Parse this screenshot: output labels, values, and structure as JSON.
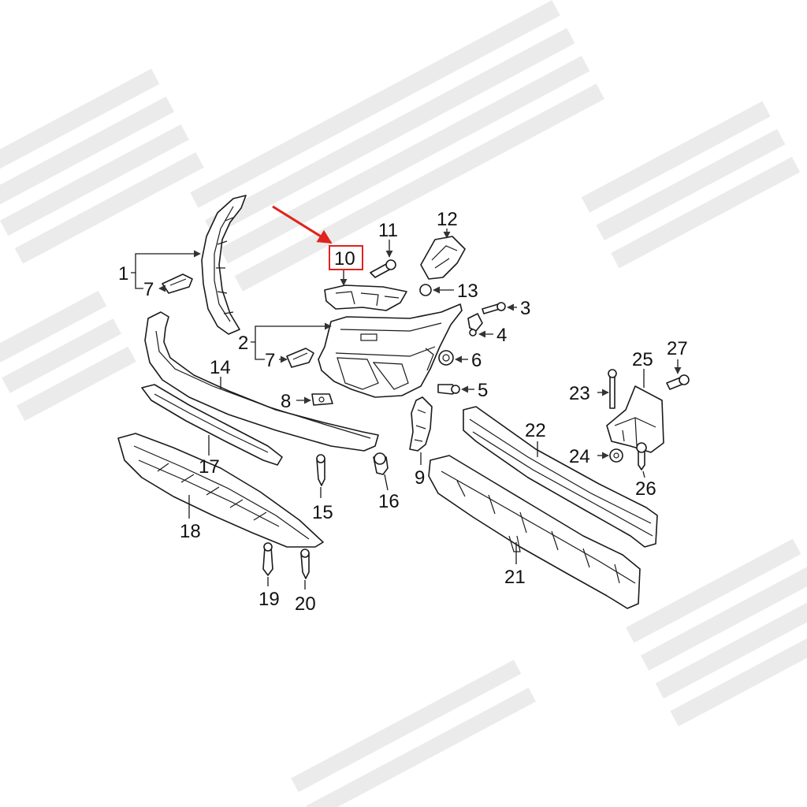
{
  "diagram": {
    "highlight_color": "#e0231c",
    "highlighted_part": "10",
    "labels": {
      "p1": "1",
      "p2": "2",
      "p3": "3",
      "p4": "4",
      "p5": "5",
      "p6": "6",
      "p7a": "7",
      "p7b": "7",
      "p8": "8",
      "p9": "9",
      "p10": "10",
      "p11": "11",
      "p12": "12",
      "p13": "13",
      "p14": "14",
      "p15": "15",
      "p16": "16",
      "p17": "17",
      "p18": "18",
      "p19": "19",
      "p20": "20",
      "p21": "21",
      "p22": "22",
      "p23": "23",
      "p24": "24",
      "p25": "25",
      "p26": "26",
      "p27": "27"
    }
  }
}
